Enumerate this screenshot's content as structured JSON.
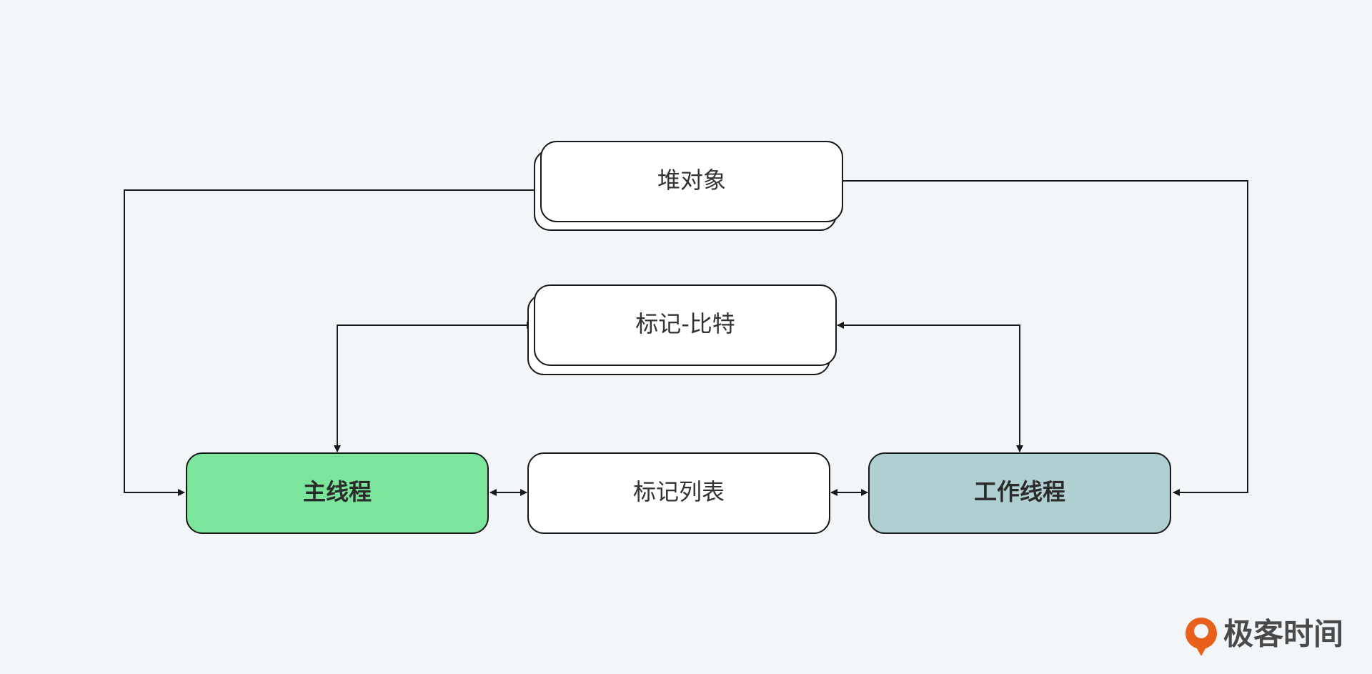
{
  "nodes": {
    "heap_objects": {
      "label": "堆对象"
    },
    "mark_bits": {
      "label": "标记-比特"
    },
    "main_thread": {
      "label": "主线程"
    },
    "mark_list": {
      "label": "标记列表"
    },
    "worker_thread": {
      "label": "工作线程"
    }
  },
  "colors": {
    "main_thread_fill": "#7ae59b",
    "worker_thread_fill": "#b0cfd0",
    "box_fill": "#ffffff",
    "stroke": "#1a1a1a",
    "logo_orange": "#e8601c"
  },
  "brand": {
    "name": "极客时间",
    "logo_icon": "geektime-logo-icon"
  }
}
